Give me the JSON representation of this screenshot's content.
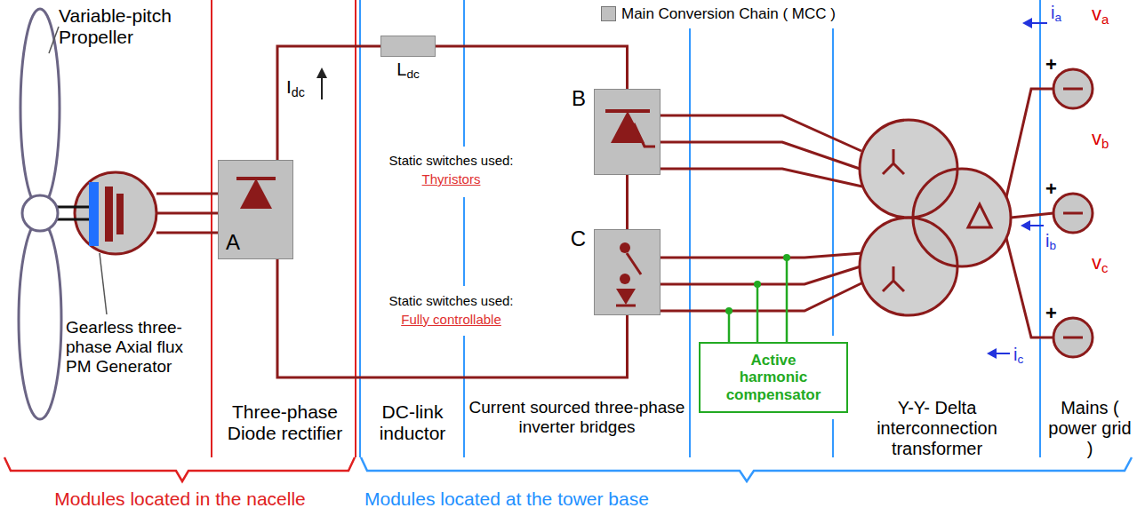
{
  "diagram": {
    "nodes": [
      {
        "text": [
          "A"
        ]
      },
      {
        "text": [
          "Ldc"
        ]
      },
      {
        "text": [
          "B"
        ]
      },
      {
        "text": [
          "C"
        ]
      },
      {
        "text": [
          "Active harmonic compensator"
        ]
      }
    ],
    "edges": [
      {
        "from": 0,
        "to": 1,
        "arrow": "none"
      },
      {
        "from": 1,
        "to": 2,
        "arrow": "none"
      },
      {
        "from": 2,
        "to": 3,
        "arrow": "none"
      },
      {
        "from": 3,
        "to": 0,
        "arrow": "none"
      }
    ],
    "labels": [
      "Variable-pitch Propeller",
      "Gearless three-phase Axial flux PM Generator",
      "Idc",
      "Static switches used:",
      "Thyristors",
      "Static switches used:",
      "Fully controllable",
      "va",
      "vb",
      "vc",
      "+",
      "+",
      "+",
      "ia",
      "ib",
      "ic",
      "Three-phase Diode rectifier",
      "DC-link inductor",
      "Current sourced three-phase inverter bridges",
      "Y-Y- Delta interconnection transformer",
      "Mains ( power grid )",
      "Modules located in the nacelle",
      "Modules located at the tower base"
    ],
    "legend": [
      {
        "text": "Main Conversion Chain ( MCC )",
        "color": "#c0c0c0"
      }
    ]
  }
}
